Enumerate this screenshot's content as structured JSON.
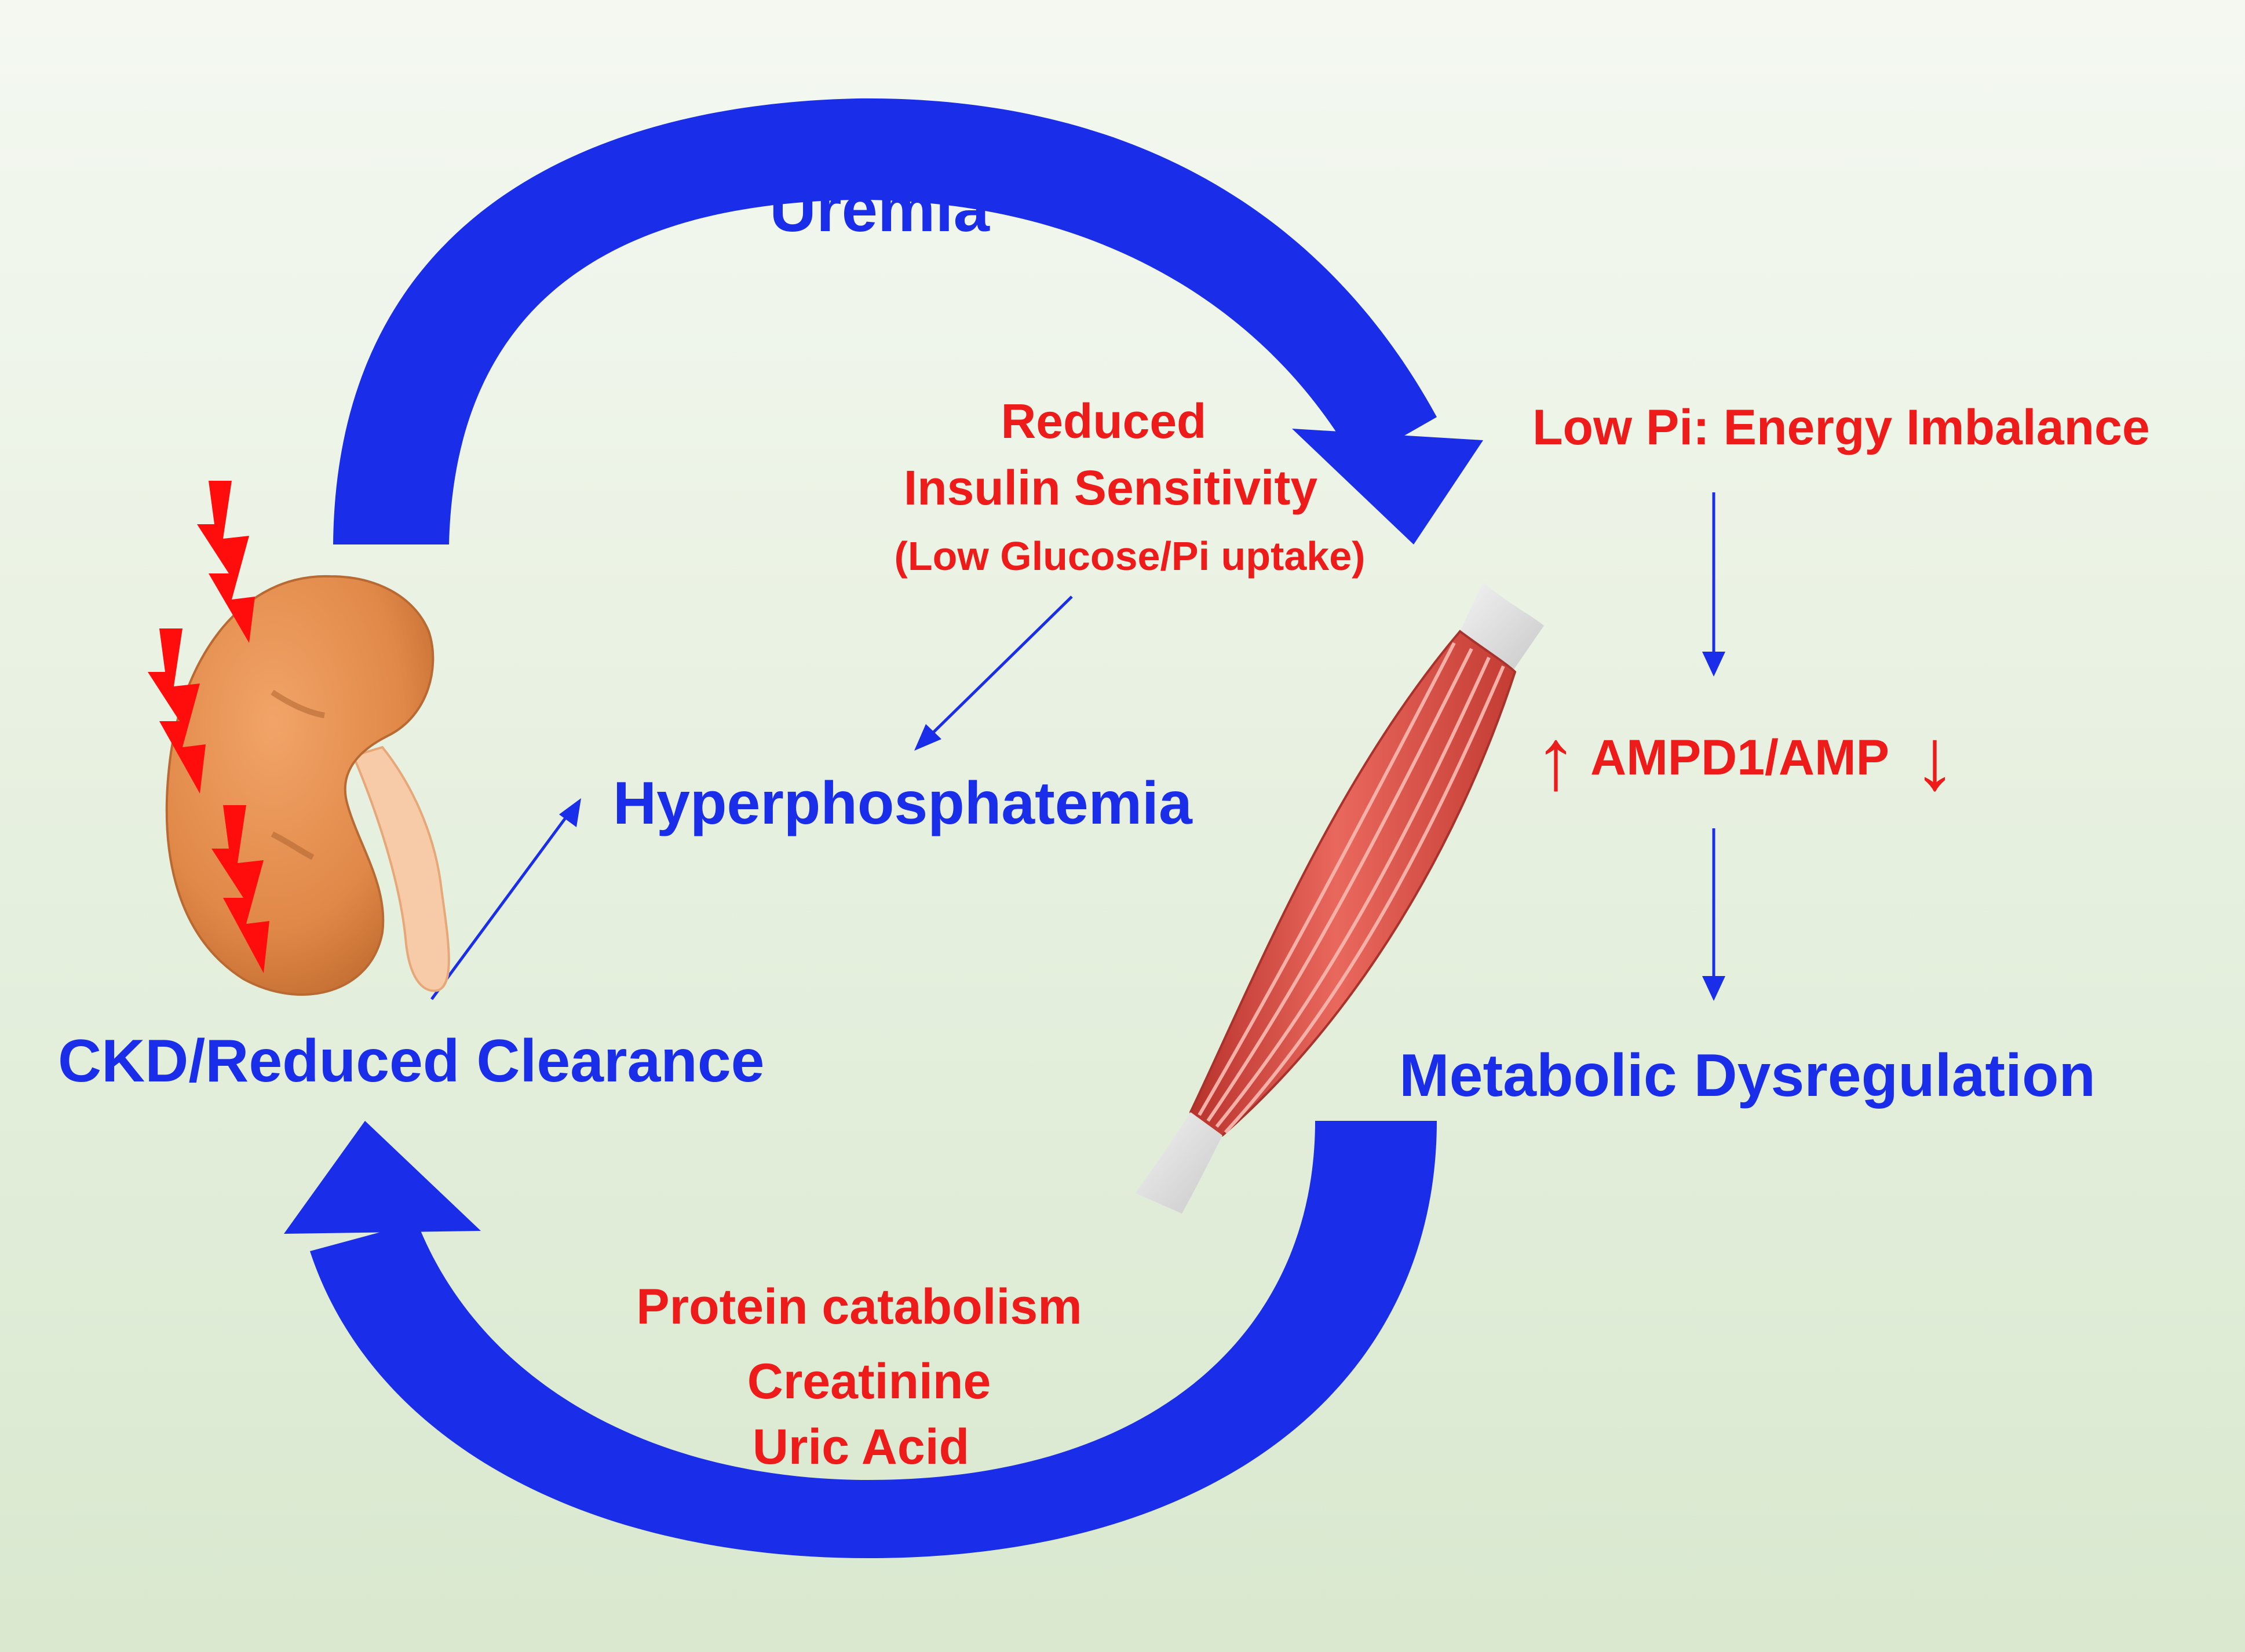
{
  "cycle": {
    "top_label": "Uremia",
    "left_label": "CKD/Reduced Clearance",
    "right_label": "Metabolic Dysregulation",
    "center_label": "Hyperphosphatemia"
  },
  "insulin": {
    "line1": "Reduced",
    "line2": "Insulin Sensitivity",
    "line3": "(Low Glucose/Pi uptake)"
  },
  "energy": {
    "title": "Low Pi: Energy Imbalance",
    "ampd_label": "AMPD1/AMP",
    "up_symbol": "↑",
    "down_symbol": "↓"
  },
  "catabolism": {
    "line1": "Protein catabolism",
    "line2": "Creatinine",
    "line3": "Uric Acid"
  },
  "colors": {
    "cycle_arrow": "#1a2eea",
    "label_red": "#ee1b1b",
    "kidney": "#e08848",
    "ureter": "#f8cba8",
    "muscle": "#d9534a",
    "lightning": "#ff0d0d"
  },
  "icons": [
    "kidney-icon",
    "lightning-icon",
    "muscle-icon"
  ]
}
